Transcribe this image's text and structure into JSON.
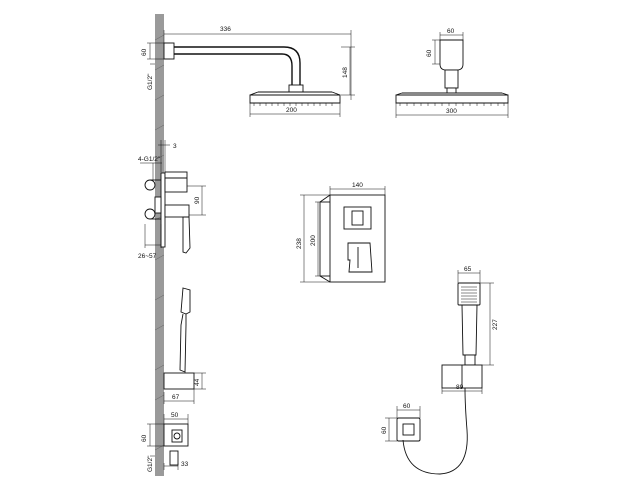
{
  "colors": {
    "line": "#111111",
    "wall": "#9a9a9a",
    "background": "#ffffff"
  },
  "dims": {
    "arm_length": "336",
    "flange_h": "60",
    "thread_top": "G1/2\"",
    "arm_drop": "148",
    "head_small": "200",
    "flange_w": "60",
    "flange_h2": "60",
    "head_large": "300",
    "wall_gap": "3",
    "valve_thread": "4-G1/2\"",
    "valve_h": "90",
    "valve_depth": "26~57",
    "plate_w": "140",
    "plate_h_outer": "238",
    "plate_h_inner": "200",
    "hand_w": "65",
    "hand_len": "227",
    "hand_base": "89",
    "holder_w": "67",
    "holder_h": "44",
    "elbow_w": "50",
    "elbow_h": "60",
    "thread_bottom": "G1/2\"",
    "elbow_off": "33",
    "outlet_w": "60",
    "outlet_h": "60"
  }
}
